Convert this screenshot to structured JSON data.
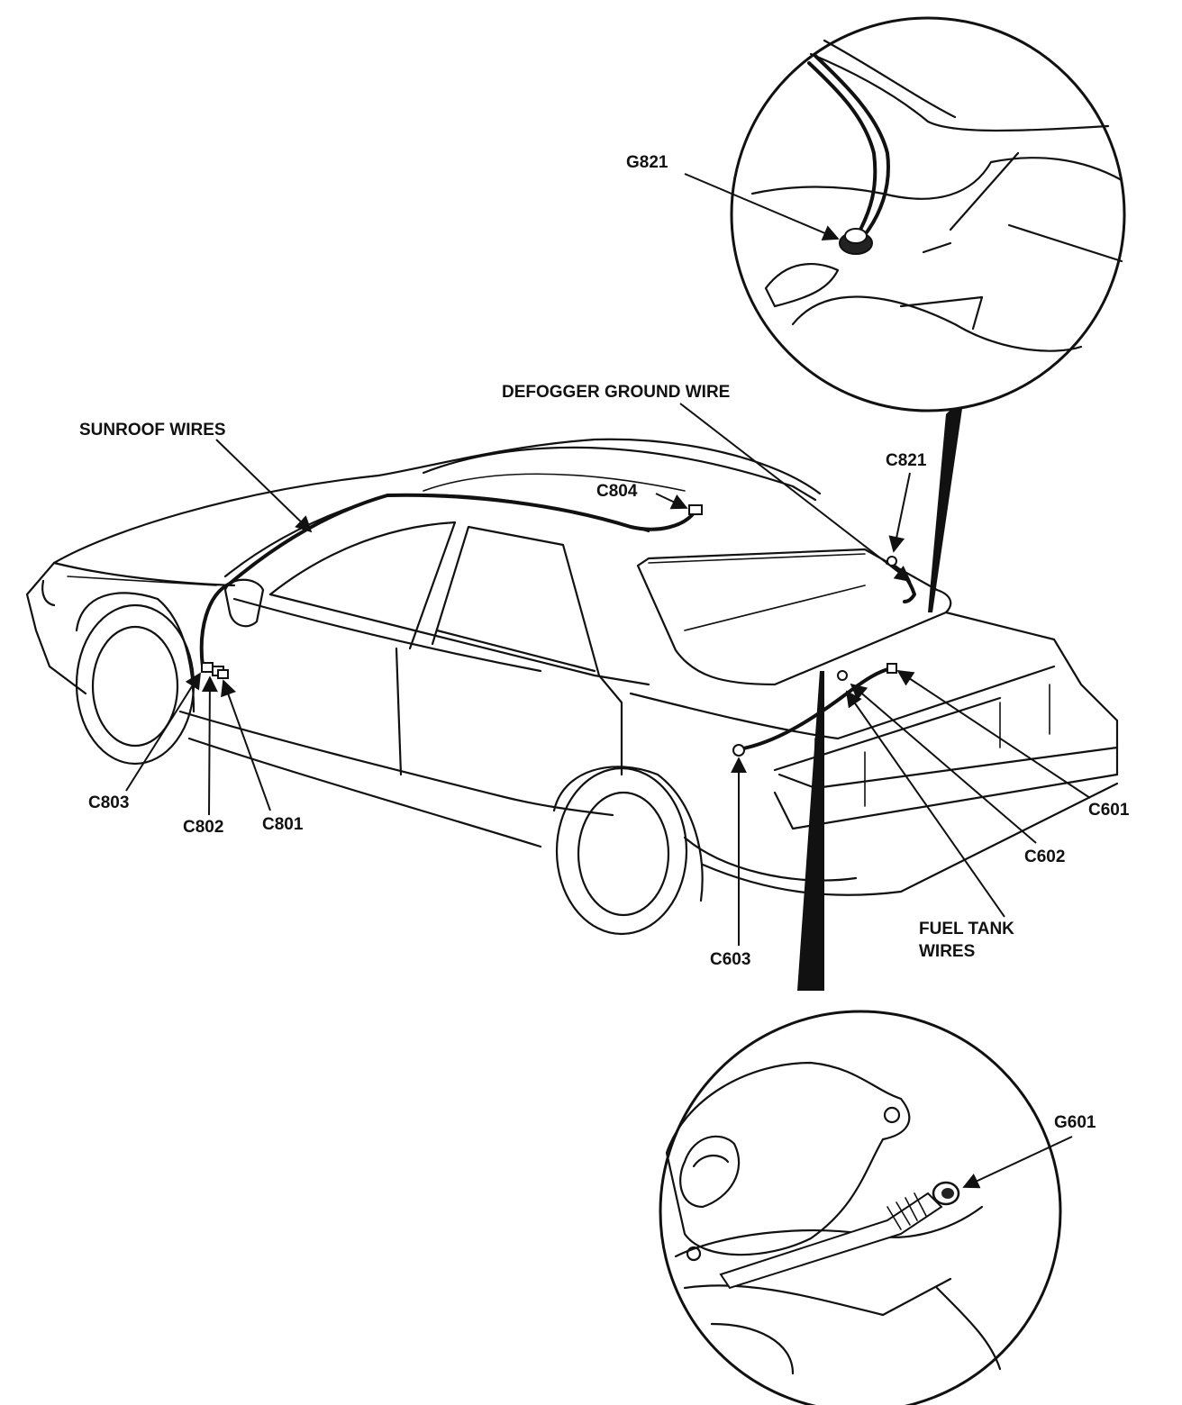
{
  "labels": {
    "g821": "G821",
    "defogger_ground_wire": "DEFOGGER GROUND WIRE",
    "sunroof_wires": "SUNROOF WIRES",
    "c821": "C821",
    "c804": "C804",
    "c803": "C803",
    "c802": "C802",
    "c801": "C801",
    "c601": "C601",
    "c602": "C602",
    "c603": "C603",
    "fuel_tank_line1": "FUEL TANK",
    "fuel_tank_line2": "WIRES",
    "g601": "G601"
  }
}
